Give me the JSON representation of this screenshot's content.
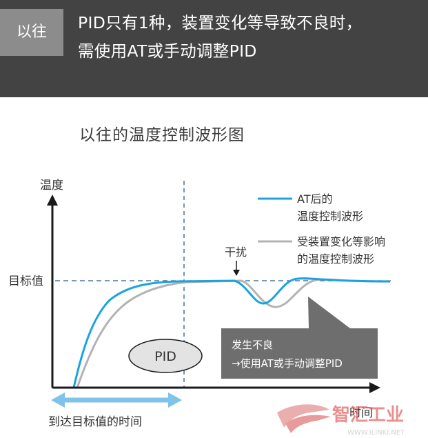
{
  "header": {
    "tag": "以往",
    "line1": "PID只有1种，装置变化等导致不良时，",
    "line2": "需使用AT或手动调整PID",
    "background": "#434343",
    "tag_background": "#8c8c8c"
  },
  "section_title": "以往的温度控制波形图",
  "diagram": {
    "y_axis_label": "温度",
    "target_label": "目标值",
    "disturbance_label": "干扰",
    "legend": {
      "at_line1": "AT后的",
      "at_line2": "温度控制波形",
      "affected_line1": "受装置变化等影响",
      "affected_line2": "的温度控制波形"
    },
    "pid_label": "PID",
    "callout": {
      "line1": "发生不良",
      "line2": "→使用AT或手动调整PID"
    },
    "x_axis_label": "时间",
    "bottom_label": "到达目标值的时间",
    "colors": {
      "at_curve": "#1aa3de",
      "affected_curve": "#b3b3b3",
      "axis": "#1a1a1a",
      "dashed": "#2b5b94",
      "arrow": "#7fc2ea",
      "callout": "#6e6e6e"
    }
  },
  "watermark": {
    "brand": "智汇工业",
    "url": "WWW.ILINKI.NET"
  }
}
